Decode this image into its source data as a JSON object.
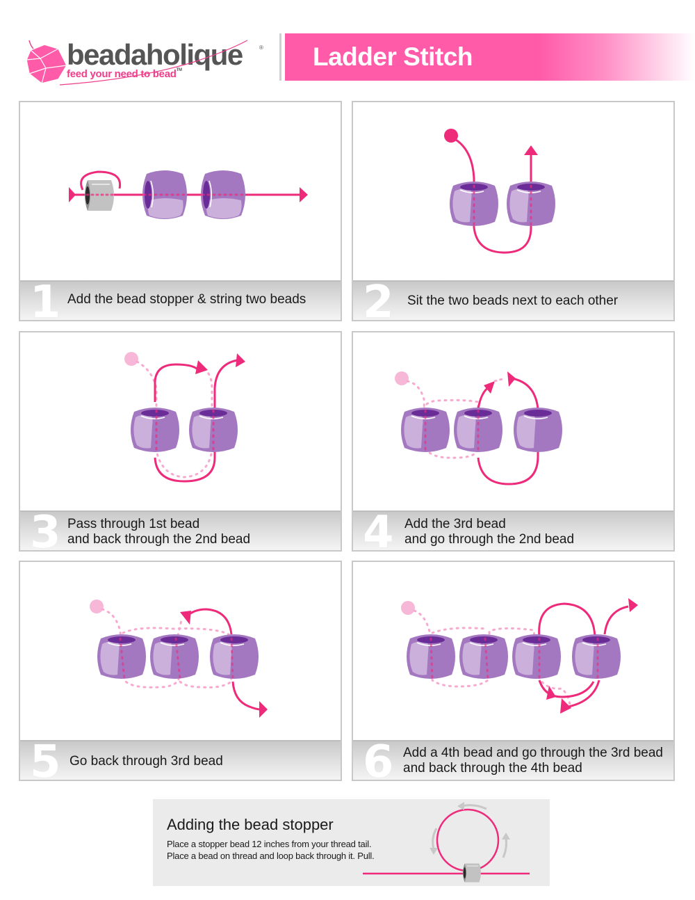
{
  "brand": {
    "name": "beadaholique",
    "registered_mark": "®",
    "tagline": "feed your need to bead",
    "tagline_mark": "TM",
    "colors": {
      "pink": "#ee3d8a",
      "gray": "#555555"
    }
  },
  "header": {
    "title": "Ladder Stitch",
    "bar_color": "#ff5ba9"
  },
  "colors": {
    "thread": "#ee2a7b",
    "thread_faded": "#f7a9cf",
    "bead_main": "#a478c0",
    "bead_light": "#ccb0dc",
    "bead_hole": "#6a2d98",
    "stopper_bead": "#c2c2c2"
  },
  "steps": [
    {
      "number": "1",
      "text": "Add the bead stopper & string two beads",
      "illustration": "stopper-and-two-beads-strung"
    },
    {
      "number": "2",
      "text": "Sit the two beads next to each other",
      "illustration": "two-beads-side-by-side"
    },
    {
      "number": "3",
      "text": "Pass through 1st bead\nand back through the 2nd bead",
      "illustration": "pass-through-first-and-second"
    },
    {
      "number": "4",
      "text": "Add the  3rd bead\nand go through the 2nd bead",
      "illustration": "add-third-bead"
    },
    {
      "number": "5",
      "text": "Go back through 3rd bead",
      "illustration": "back-through-third"
    },
    {
      "number": "6",
      "text": "Add a 4th bead and go through the 3rd bead\nand back through the 4th bead",
      "illustration": "add-fourth-bead"
    }
  ],
  "stopper_box": {
    "title": "Adding the bead stopper",
    "lines": [
      "Place a stopper bead 12 inches from your thread tail.",
      "Place a bead on thread and loop back through it. Pull."
    ]
  }
}
